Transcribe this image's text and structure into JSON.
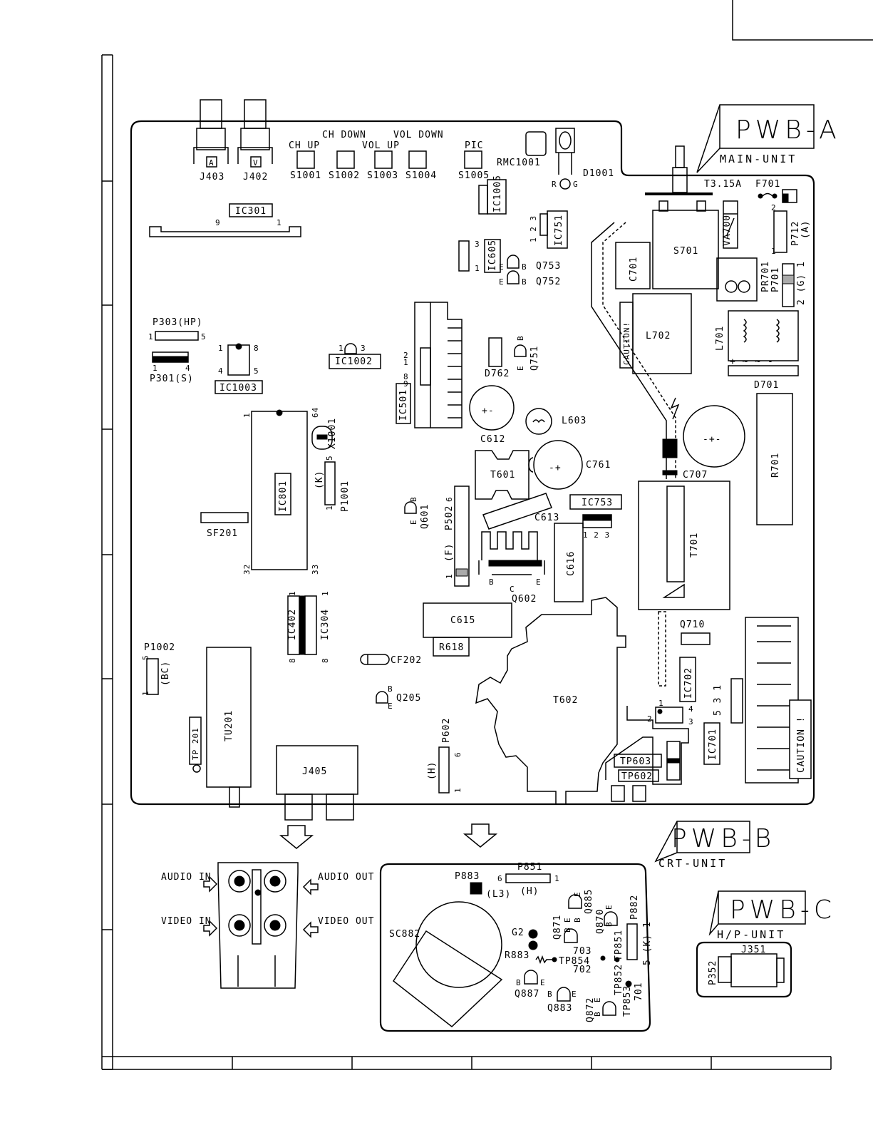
{
  "boards": {
    "pwb_a": {
      "title": "PWB-A",
      "subtitle": "MAIN-UNIT"
    },
    "pwb_b": {
      "title": "PWB-B",
      "subtitle": "CRT-UNIT"
    },
    "pwb_c": {
      "title": "PWB-C",
      "subtitle": "H/P-UNIT"
    }
  },
  "main_labels": {
    "ch_down": "CH DOWN",
    "vol_down": "VOL DOWN",
    "ch_up": "CH UP",
    "vol_up": "VOL UP",
    "pic": "PIC",
    "s1001": "S1001",
    "s1002": "S1002",
    "s1003": "S1003",
    "s1004": "S1004",
    "s1005": "S1005",
    "j403": "J403",
    "j402": "J402",
    "j403_mark": "A",
    "j402_mark": "V",
    "rmc1001": "RMC1001",
    "d1001": "D1001",
    "d1001_r": "R",
    "d1001_g": "G",
    "t315a": "T3.15A",
    "f701": "F701",
    "ic301": "IC301",
    "ic301_p9": "9",
    "ic301_p1": "1",
    "ic1005": "IC1005",
    "ic751": "IC751",
    "ic751_pins": "1 2 3",
    "ic605": "IC605",
    "ic605_p3": "3",
    "ic605_p1": "1",
    "q753": "Q753",
    "q752": "Q752",
    "q753_e": "E",
    "q753_b": "B",
    "q752_e": "E",
    "q752_b": "B",
    "va700": "VA700",
    "p712": "P712",
    "p712_a": "(A)",
    "p712_p2": "2",
    "p712_p1": "1",
    "s701": "S701",
    "c701": "C701",
    "pr701": "PR701",
    "p701": "P701",
    "p701_g": "2 (G) 1",
    "l702": "L702",
    "caution1": "CAUTION!",
    "l701": "L701",
    "d701": "D701",
    "d701_sign": "+ ~ ~ -",
    "p303": "P303(HP)",
    "p303_p1": "1",
    "p303_p5": "5",
    "p301": "P301(S)",
    "p301_p1": "1",
    "p301_p4": "4",
    "ic1003": "IC1003",
    "ic1003_pins": [
      "1",
      "8",
      "4",
      "5"
    ],
    "ic1002": "IC1002",
    "ic1002_p1": "1",
    "ic1002_p3": "3",
    "ic501": "IC501",
    "ic501_pins": [
      "2",
      "1",
      "8",
      "9"
    ],
    "d762": "D762",
    "q751": "Q751",
    "q751_b": "B",
    "q751_e": "E",
    "q751_b2": "B",
    "c612": "C612",
    "l603": "L603",
    "c707": "C707",
    "r701": "R701",
    "ic801": "IC801",
    "ic801_p1": "1",
    "ic801_p64": "64",
    "ic801_p32": "32",
    "ic801_p33": "33",
    "x1001": "X1001",
    "p1001": "P1001",
    "p1001_k": "(K)",
    "p1001_p5": "5",
    "p1001_p1": "1",
    "t601": "T601",
    "c761": "C761",
    "c613": "C613",
    "ic753": "IC753",
    "ic753_pins": "1 2 3",
    "q601": "Q601",
    "q601_e": "E",
    "q601_b": "B",
    "p502": "P502",
    "p502_p6": "6",
    "p502_f": "(F)",
    "p502_p1": "1",
    "sf201": "SF201",
    "t701": "T701",
    "c616": "C616",
    "q602": "Q602",
    "q602_b": "B",
    "q602_c": "C",
    "q602_e": "E",
    "ic402": "IC402",
    "ic304": "IC304",
    "ic402_p1": "1",
    "ic402_p8": "8",
    "ic304_p1": "1",
    "ic304_p8": "8",
    "c615": "C615",
    "r618": "R618",
    "q710": "Q710",
    "p1002": "P1002",
    "p1002_bc": "(BC)",
    "p1002_p5": "5",
    "p1002_p1": "1",
    "cf202": "CF202",
    "q205": "Q205",
    "q205_b": "B",
    "q205_e": "E",
    "tu201": "TU201",
    "tp201": "TP 201",
    "t602": "T602",
    "ic702": "IC702",
    "ic702_pins": [
      "1",
      "4",
      "2",
      "3"
    ],
    "ic701": "IC701",
    "ic701_pins": "5 3 1",
    "caution2": "CAUTION !",
    "j405": "J405",
    "p602": "P602",
    "p602_h": "(H)",
    "p602_p6": "6",
    "p602_p1": "1",
    "tp603": "TP603",
    "tp602": "TP602"
  },
  "av_labels": {
    "audio_in": "AUDIO IN",
    "audio_out": "AUDIO OUT",
    "video_in": "VIDEO IN",
    "video_out": "VIDEO OUT"
  },
  "crt_labels": {
    "p883": "P883",
    "p883_l3": "(L3)",
    "p851": "P851",
    "p851_h": "(H)",
    "p851_p6": "6",
    "p851_p1": "1",
    "sc882": "SC882",
    "g2": "G2",
    "r883": "R883",
    "q885": "Q885",
    "q885_b": "B",
    "q885_e": "E",
    "q871": "Q871",
    "q871_b": "B",
    "q871_e": "E",
    "q870": "Q870",
    "q870_b": "B",
    "q870_e": "E",
    "p882": "P882",
    "p882_k": "5 (K) 1",
    "tp851": "TP851",
    "tp854": "TP854",
    "tp852": "TP852",
    "tp853": "TP853",
    "n703": "703",
    "n702": "702",
    "n701": "701",
    "q887": "Q887",
    "q887_b": "B",
    "q887_e": "E",
    "q883": "Q883",
    "q883_b": "B",
    "q883_e": "E",
    "q872": "Q872",
    "q872_b": "B",
    "q872_e": "E"
  },
  "hp_labels": {
    "j351": "J351",
    "p352": "P352"
  }
}
